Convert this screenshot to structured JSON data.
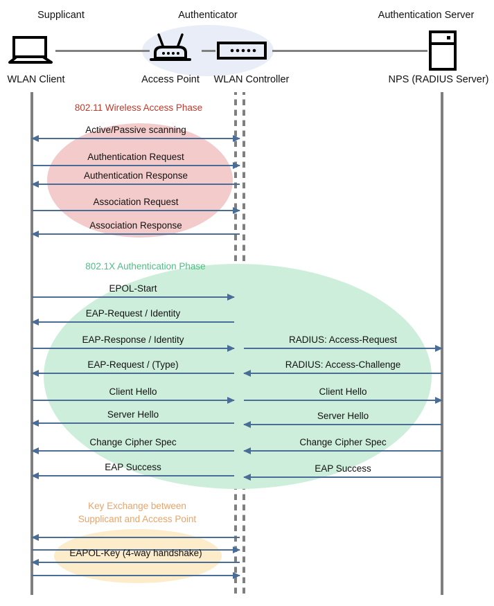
{
  "diagram": {
    "title": "802.1X WLAN authentication sequence",
    "colors": {
      "arrow": "#4a6d98",
      "lifeline": "#7f7f7f",
      "phase1_text": "#c0392b",
      "phase2_text": "#4fbf87",
      "phase3_text": "#e8a46a",
      "phase1_blob": "#f4cbcb",
      "phase2_blob": "#cdeeda",
      "phase3_blob": "#fcecc9",
      "authenticator_blob": "#e8edf7"
    }
  },
  "actors": [
    {
      "role": "Supplicant",
      "device": "WLAN Client",
      "icon": "laptop-icon"
    },
    {
      "role": "Authenticator",
      "device": "Access Point",
      "icon": "access-point-icon"
    },
    {
      "role": "",
      "device": "WLAN Controller",
      "icon": "wlan-controller-icon"
    },
    {
      "role": "Authentication Server",
      "device": "NPS (RADIUS Server)",
      "icon": "server-icon"
    }
  ],
  "phases": [
    {
      "id": "wireless-access",
      "label": "802.11 Wireless Access Phase",
      "messages": [
        {
          "text": "Active/Passive scanning",
          "direction": "left",
          "lane": "left"
        },
        {
          "text": "Authentication Request",
          "direction": "right",
          "lane": "left"
        },
        {
          "text": "Authentication Response",
          "direction": "left",
          "lane": "left"
        },
        {
          "text": "Association Request",
          "direction": "right",
          "lane": "left"
        },
        {
          "text": "Association Response",
          "direction": "left",
          "lane": "left"
        }
      ]
    },
    {
      "id": "dot1x-authentication",
      "label": "802.1X Authentication Phase",
      "messages": [
        {
          "text": "EPOL-Start",
          "direction": "right",
          "lane": "left"
        },
        {
          "text": "EAP-Request / Identity",
          "direction": "left",
          "lane": "left"
        },
        {
          "text": "EAP-Response / Identity",
          "direction": "right",
          "lane": "left"
        },
        {
          "text": "RADIUS: Access-Request",
          "direction": "right",
          "lane": "right"
        },
        {
          "text": "EAP-Request / (Type)",
          "direction": "left",
          "lane": "left"
        },
        {
          "text": "RADIUS: Access-Challenge",
          "direction": "left",
          "lane": "right"
        },
        {
          "text": "Client Hello",
          "direction": "right",
          "lane": "left"
        },
        {
          "text": "Client Hello",
          "direction": "right",
          "lane": "right"
        },
        {
          "text": "Server Hello",
          "direction": "left",
          "lane": "left"
        },
        {
          "text": "Server Hello",
          "direction": "left",
          "lane": "right"
        },
        {
          "text": "Change Cipher Spec",
          "direction": "left",
          "lane": "left"
        },
        {
          "text": "Change Cipher Spec",
          "direction": "left",
          "lane": "right"
        },
        {
          "text": "EAP Success",
          "direction": "left",
          "lane": "left"
        },
        {
          "text": "EAP Success",
          "direction": "left",
          "lane": "right"
        }
      ]
    },
    {
      "id": "key-exchange",
      "label": "Key Exchange between\nSupplicant and Access Point",
      "label_line1": "Key Exchange between",
      "label_line2": "Supplicant and Access Point",
      "messages": [
        {
          "text": "",
          "direction": "left",
          "lane": "left"
        },
        {
          "text": "",
          "direction": "right",
          "lane": "left"
        },
        {
          "text": "EAPOL-Key (4-way handshake)",
          "direction": "left",
          "lane": "left"
        },
        {
          "text": "",
          "direction": "right",
          "lane": "left"
        }
      ]
    }
  ]
}
